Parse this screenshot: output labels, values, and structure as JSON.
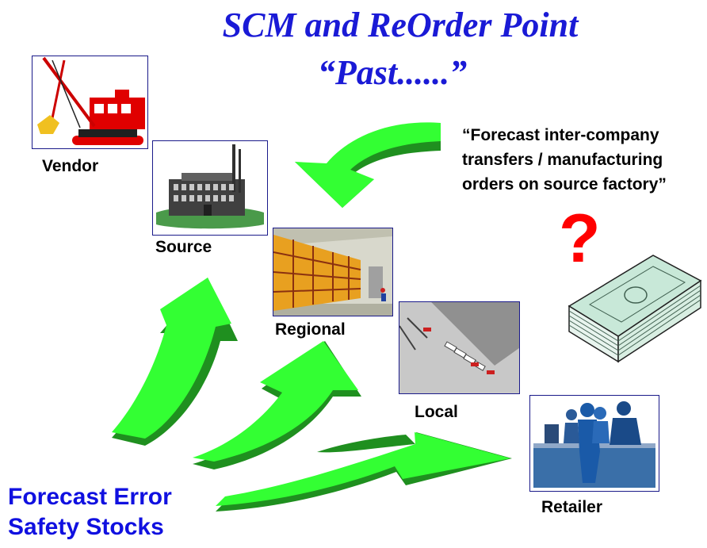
{
  "title": {
    "line1": "SCM and ReOrder Point",
    "line2": "“Past......”"
  },
  "nodes": {
    "vendor": "Vendor",
    "source": "Source",
    "regional": "Regional",
    "local": "Local",
    "retailer": "Retailer"
  },
  "quote": {
    "line1": "“Forecast inter-company",
    "line2": "transfers / manufacturing",
    "line3": "orders on source factory”"
  },
  "question_mark": "?",
  "forecast_note": {
    "line1": "Forecast Error",
    "line2": "Safety Stocks"
  },
  "colors": {
    "title": "#1a1ad6",
    "arrow_fill": "#33ff33",
    "arrow_dark": "#1f8f1f",
    "note": "#1010e0",
    "question": "#ff0000"
  }
}
